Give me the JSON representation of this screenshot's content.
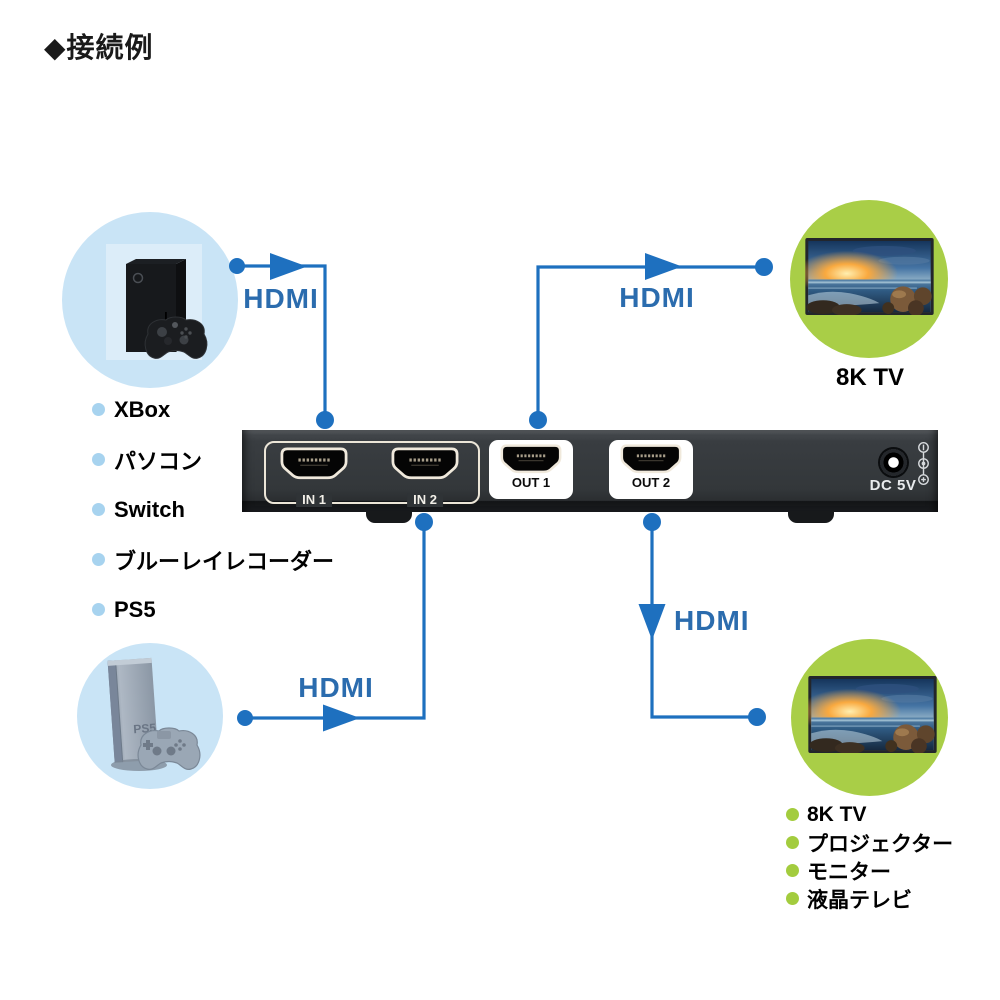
{
  "title": {
    "marker": "◆",
    "text": "接続例"
  },
  "colors": {
    "accent_blue": "#1e70bf",
    "hdmi_label_blue": "#2b6cae",
    "source_circle_blue": "#c9e4f6",
    "display_circle_green": "#a9ce47",
    "device_body": "#33373a"
  },
  "device": {
    "in_ports": [
      {
        "label": "IN 1"
      },
      {
        "label": "IN 2"
      }
    ],
    "out_ports": [
      {
        "label": "OUT 1"
      },
      {
        "label": "OUT 2"
      }
    ],
    "power_label": "DC 5V"
  },
  "connections": {
    "in1_label": "HDMI",
    "out1_label": "HDMI",
    "in2_label": "HDMI",
    "out2_label": "HDMI"
  },
  "sources": {
    "devices": [
      "XBox",
      "パソコン",
      "Switch",
      "ブルーレイレコーダー",
      "PS5"
    ]
  },
  "display_top": {
    "label": "8K TV"
  },
  "display_bottom": {
    "devices": [
      "8K TV",
      "プロジェクター",
      "モニター",
      "液晶テレビ"
    ]
  }
}
